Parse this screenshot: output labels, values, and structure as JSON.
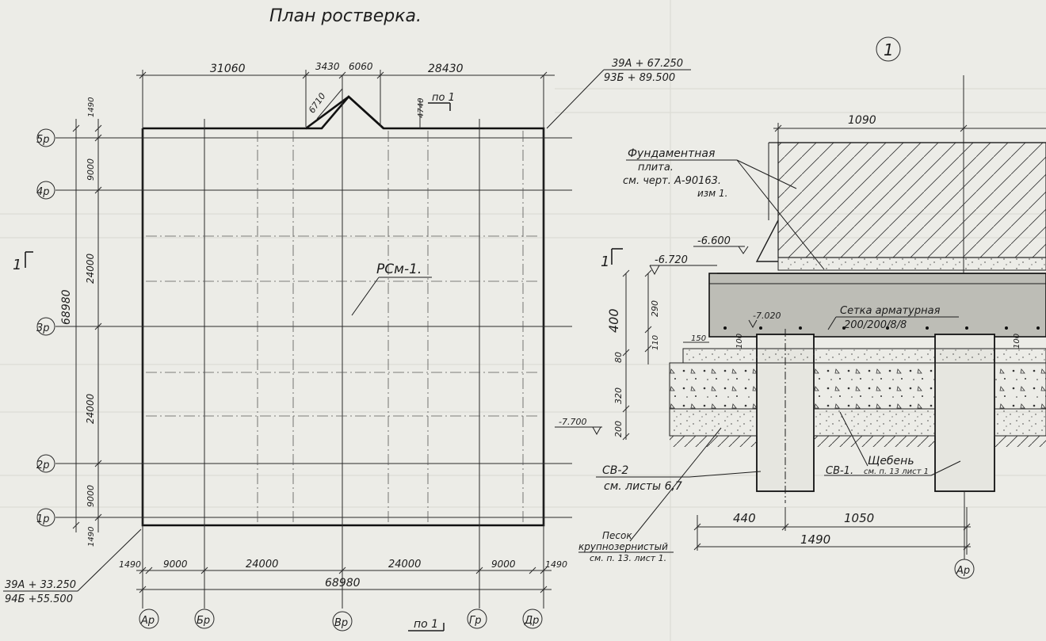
{
  "plan": {
    "title": "План ростверка.",
    "sheet_no": "1",
    "mark": "РСм-1.",
    "section_mark": "1",
    "coords_top": [
      "39А + 67.250",
      "93Б + 89.500"
    ],
    "coords_bottom": [
      "39А + 33.250",
      "94Б +55.500"
    ],
    "top_dims": [
      "31060",
      "3430",
      "6060",
      "28430"
    ],
    "notch_dims": [
      "6710",
      "4740"
    ],
    "ref_label": "по 1",
    "left_dims": [
      "1490",
      "9000",
      "24000",
      "24000",
      "9000",
      "1490"
    ],
    "left_total": "68980",
    "bottom_dims": [
      "1490",
      "9000",
      "24000",
      "24000",
      "9000",
      "1490"
    ],
    "bottom_total": "68980",
    "axes_rows": [
      "5р",
      "4р",
      "3р",
      "2р",
      "1р"
    ],
    "axes_cols": [
      "Ар",
      "Бр",
      "Вр",
      "Гр",
      "Др"
    ]
  },
  "section": {
    "section_mark": "1",
    "dim_top": "1090",
    "plate_label": [
      "Фундаментная",
      "плита.",
      "см. черт.  А-90163.",
      "изм 1."
    ],
    "levels": [
      "-6.600",
      "-6.720",
      "-7.020",
      "-7.700"
    ],
    "mesh_label": [
      "Сетка арматурная",
      "200/200/8/8"
    ],
    "v_dims": [
      "400",
      "290",
      "110",
      "80",
      "320",
      "200",
      "100",
      "100",
      "150"
    ],
    "rubble_label": [
      "Щебень",
      "см. п. 13 лист 1"
    ],
    "sv1": "СВ-1.",
    "sv2": [
      "СВ-2",
      "см. листы 6,7"
    ],
    "sand_label": [
      "Песок",
      "крупнозернистый",
      "см. п. 13. лист 1."
    ],
    "dims_bottom": [
      "440",
      "1050",
      "1490"
    ],
    "axis": "Ар"
  }
}
